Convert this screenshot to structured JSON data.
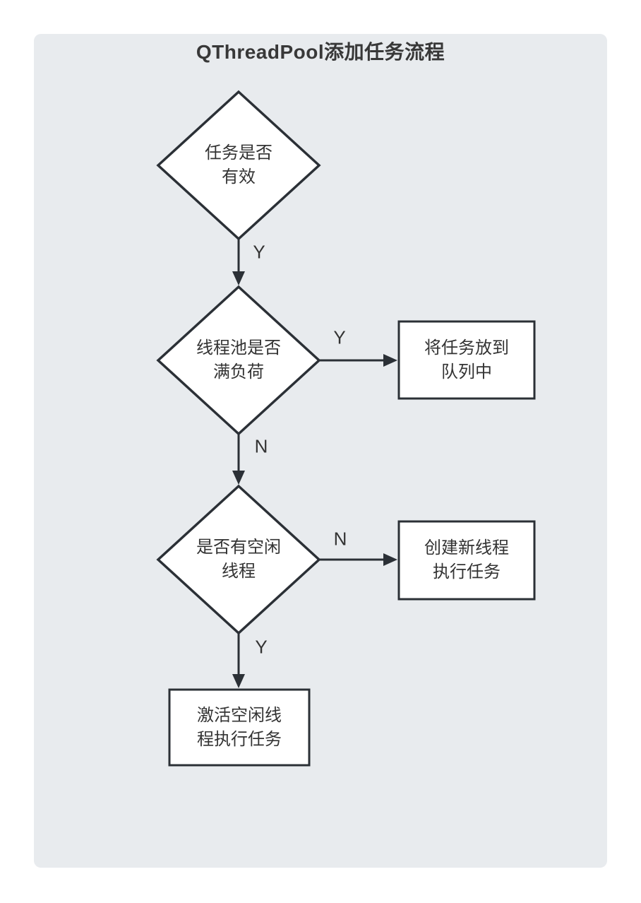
{
  "title": "QThreadPool添加任务流程",
  "colors": {
    "canvas_bg": "#e8ebee",
    "shape_fill": "#ffffff",
    "stroke": "#2b3036",
    "text": "#333333",
    "title_text": "#383838"
  },
  "flowchart": {
    "nodes": [
      {
        "id": "d1",
        "type": "decision",
        "lines": [
          "任务是否",
          "有效"
        ]
      },
      {
        "id": "d2",
        "type": "decision",
        "lines": [
          "线程池是否",
          "满负荷"
        ]
      },
      {
        "id": "d3",
        "type": "decision",
        "lines": [
          "是否有空闲",
          "线程"
        ]
      },
      {
        "id": "r1",
        "type": "process",
        "lines": [
          "将任务放到",
          "队列中"
        ]
      },
      {
        "id": "r2",
        "type": "process",
        "lines": [
          "创建新线程",
          "执行任务"
        ]
      },
      {
        "id": "r3",
        "type": "process",
        "lines": [
          "激活空闲线",
          "程执行任务"
        ]
      }
    ],
    "edges": [
      {
        "from": "d1",
        "to": "d2",
        "label": "Y"
      },
      {
        "from": "d2",
        "to": "r1",
        "label": "Y"
      },
      {
        "from": "d2",
        "to": "d3",
        "label": "N"
      },
      {
        "from": "d3",
        "to": "r2",
        "label": "N"
      },
      {
        "from": "d3",
        "to": "r3",
        "label": "Y"
      }
    ]
  }
}
